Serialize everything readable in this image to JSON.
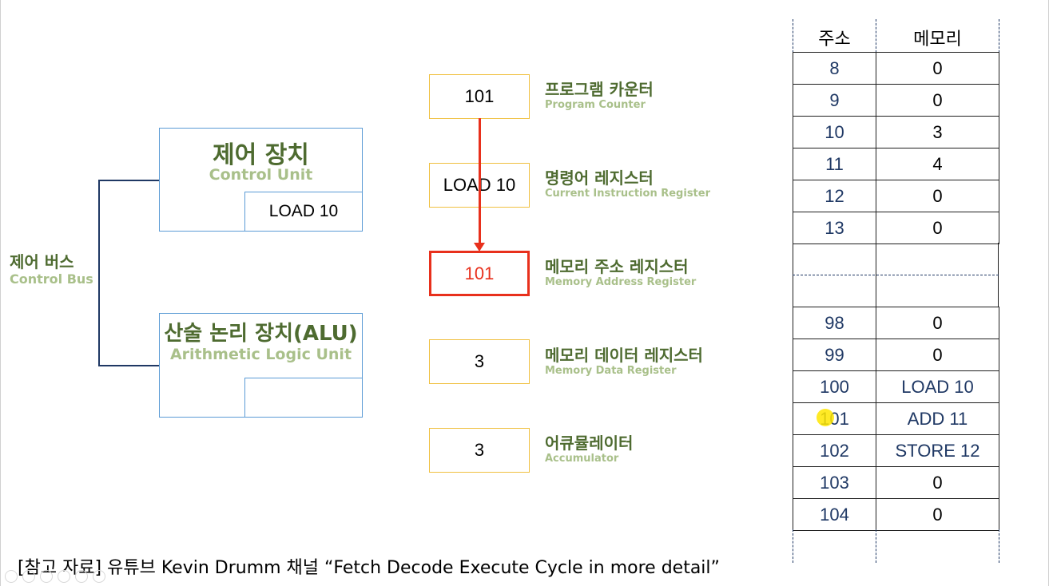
{
  "control_bus": {
    "kr": "제어 버스",
    "en": "Control Bus"
  },
  "control_unit": {
    "kr": "제어 장치",
    "en": "Control Unit",
    "content": "LOAD 10"
  },
  "alu": {
    "kr": "산술 논리 장치(ALU)",
    "en": "Arithmetic Logic Unit",
    "content": ""
  },
  "registers": [
    {
      "value": "101",
      "kr": "프로그램 카운터",
      "en": "Program Counter"
    },
    {
      "value": "LOAD 10",
      "kr": "명령어 레지스터",
      "en": "Current Instruction Register"
    },
    {
      "value": "101",
      "kr": "메모리 주소 레지스터",
      "en": "Memory Address Register"
    },
    {
      "value": "3",
      "kr": "메모리 데이터 레지스터",
      "en": "Memory Data Register"
    },
    {
      "value": "3",
      "kr": "어큐뮬레이터",
      "en": "Accumulator"
    }
  ],
  "memory": {
    "address_header": "주소",
    "memory_header": "메모리",
    "top_rows": [
      {
        "addr": "8",
        "val": "0"
      },
      {
        "addr": "9",
        "val": "0"
      },
      {
        "addr": "10",
        "val": "3"
      },
      {
        "addr": "11",
        "val": "4"
      },
      {
        "addr": "12",
        "val": "0"
      },
      {
        "addr": "13",
        "val": "0"
      }
    ],
    "bottom_rows": [
      {
        "addr": "98",
        "val": "0"
      },
      {
        "addr": "99",
        "val": "0"
      },
      {
        "addr": "100",
        "val": "LOAD 10"
      },
      {
        "addr": "101",
        "val": "ADD 11"
      },
      {
        "addr": "102",
        "val": "STORE 12"
      },
      {
        "addr": "103",
        "val": "0"
      },
      {
        "addr": "104",
        "val": "0"
      }
    ]
  },
  "colors": {
    "accent_red": "#e8301c",
    "register_border": "#f0c040",
    "unit_border": "#5b9bd5",
    "label_green": "#4e6b30",
    "label_light_green": "#a9c08a",
    "bus_navy": "#1f3864"
  },
  "reference": "[참고 자료] 유튜브 Kevin Drumm 채널 “Fetch Decode Execute Cycle in more detail”"
}
